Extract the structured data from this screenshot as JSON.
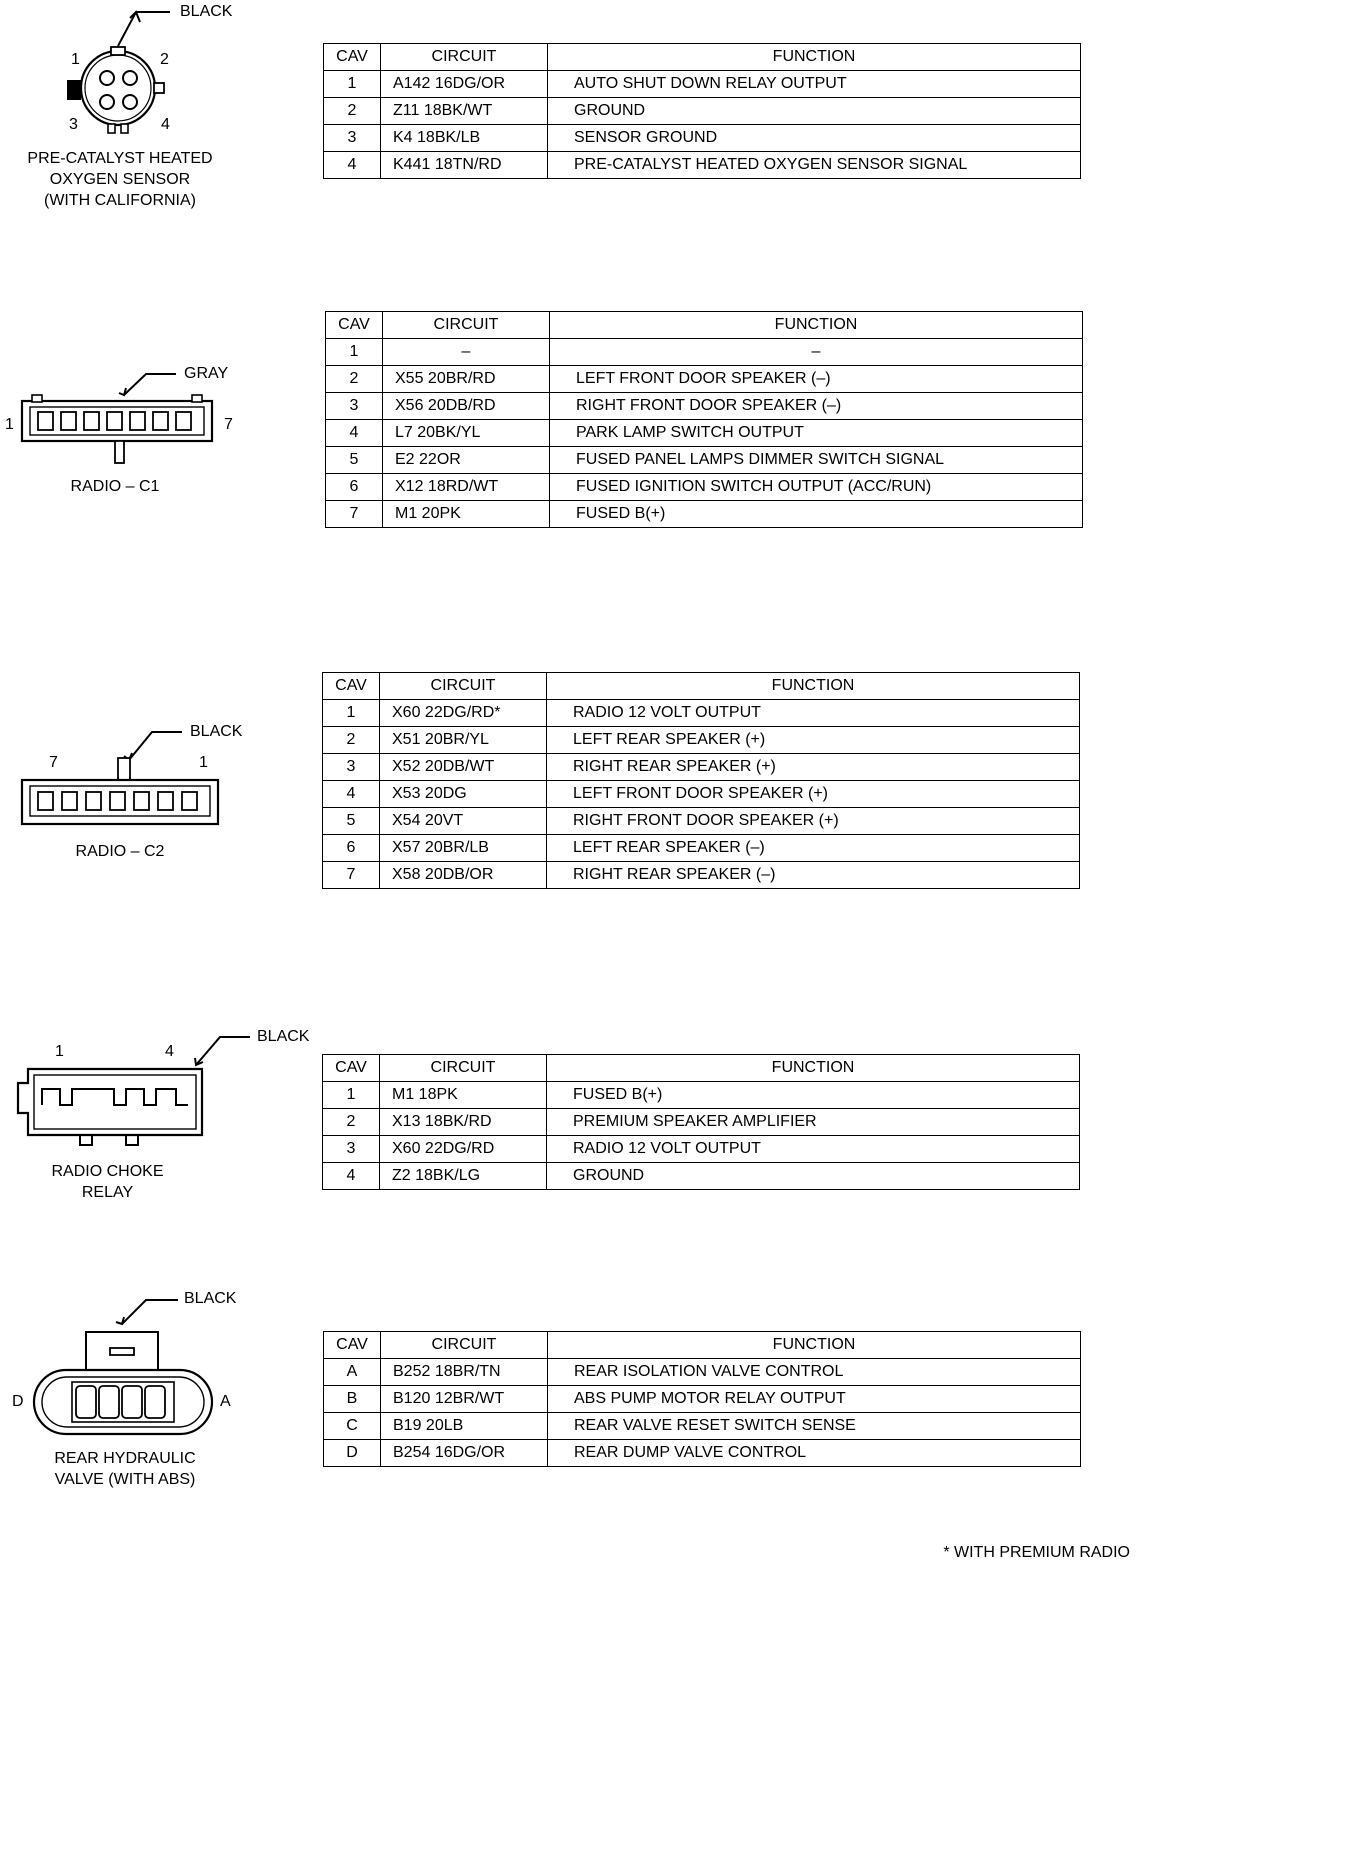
{
  "footnote": "*   WITH PREMIUM RADIO",
  "headers": {
    "cav": "CAV",
    "circuit": "CIRCUIT",
    "function": "FUNCTION"
  },
  "connectors": [
    {
      "color_label": "BLACK",
      "pin_labels": [
        "1",
        "2",
        "3",
        "4"
      ],
      "caption": [
        "PRE-CATALYST HEATED",
        "OXYGEN SENSOR",
        "(WITH CALIFORNIA)"
      ],
      "rows": [
        {
          "cav": "1",
          "circuit": "A142 16DG/OR",
          "function": "AUTO SHUT DOWN RELAY OUTPUT"
        },
        {
          "cav": "2",
          "circuit": "Z11 18BK/WT",
          "function": "GROUND"
        },
        {
          "cav": "3",
          "circuit": "K4 18BK/LB",
          "function": "SENSOR GROUND"
        },
        {
          "cav": "4",
          "circuit": "K441 18TN/RD",
          "function": "PRE-CATALYST HEATED OXYGEN SENSOR SIGNAL"
        }
      ]
    },
    {
      "color_label": "GRAY",
      "pin_labels": [
        "1",
        "7"
      ],
      "caption": [
        "RADIO – C1"
      ],
      "rows": [
        {
          "cav": "1",
          "circuit": "–",
          "function": "–"
        },
        {
          "cav": "2",
          "circuit": "X55 20BR/RD",
          "function": "LEFT FRONT DOOR SPEAKER (–)"
        },
        {
          "cav": "3",
          "circuit": "X56 20DB/RD",
          "function": "RIGHT FRONT DOOR SPEAKER (–)"
        },
        {
          "cav": "4",
          "circuit": "L7 20BK/YL",
          "function": "PARK LAMP SWITCH OUTPUT"
        },
        {
          "cav": "5",
          "circuit": "E2 22OR",
          "function": "FUSED PANEL LAMPS DIMMER SWITCH SIGNAL"
        },
        {
          "cav": "6",
          "circuit": "X12 18RD/WT",
          "function": "FUSED IGNITION SWITCH OUTPUT (ACC/RUN)"
        },
        {
          "cav": "7",
          "circuit": "M1 20PK",
          "function": "FUSED B(+)"
        }
      ]
    },
    {
      "color_label": "BLACK",
      "pin_labels": [
        "7",
        "1"
      ],
      "caption": [
        "RADIO – C2"
      ],
      "rows": [
        {
          "cav": "1",
          "circuit": "X60 22DG/RD*",
          "function": "RADIO 12 VOLT OUTPUT"
        },
        {
          "cav": "2",
          "circuit": "X51 20BR/YL",
          "function": "LEFT REAR SPEAKER (+)"
        },
        {
          "cav": "3",
          "circuit": "X52 20DB/WT",
          "function": "RIGHT REAR SPEAKER (+)"
        },
        {
          "cav": "4",
          "circuit": "X53 20DG",
          "function": "LEFT FRONT DOOR SPEAKER (+)"
        },
        {
          "cav": "5",
          "circuit": "X54 20VT",
          "function": "RIGHT FRONT DOOR SPEAKER (+)"
        },
        {
          "cav": "6",
          "circuit": "X57 20BR/LB",
          "function": "LEFT REAR SPEAKER (–)"
        },
        {
          "cav": "7",
          "circuit": "X58 20DB/OR",
          "function": "RIGHT REAR SPEAKER (–)"
        }
      ]
    },
    {
      "color_label": "BLACK",
      "pin_labels": [
        "1",
        "4"
      ],
      "caption": [
        "RADIO CHOKE",
        "RELAY"
      ],
      "rows": [
        {
          "cav": "1",
          "circuit": "M1 18PK",
          "function": "FUSED B(+)"
        },
        {
          "cav": "2",
          "circuit": "X13 18BK/RD",
          "function": "PREMIUM SPEAKER AMPLIFIER"
        },
        {
          "cav": "3",
          "circuit": "X60 22DG/RD",
          "function": "RADIO 12 VOLT OUTPUT"
        },
        {
          "cav": "4",
          "circuit": "Z2 18BK/LG",
          "function": "GROUND"
        }
      ]
    },
    {
      "color_label": "BLACK",
      "pin_labels": [
        "D",
        "A"
      ],
      "caption": [
        "REAR HYDRAULIC",
        "VALVE (WITH ABS)"
      ],
      "rows": [
        {
          "cav": "A",
          "circuit": "B252 18BR/TN",
          "function": "REAR ISOLATION VALVE CONTROL"
        },
        {
          "cav": "B",
          "circuit": "B120 12BR/WT",
          "function": "ABS PUMP MOTOR RELAY OUTPUT"
        },
        {
          "cav": "C",
          "circuit": "B19 20LB",
          "function": "REAR VALVE RESET SWITCH SENSE"
        },
        {
          "cav": "D",
          "circuit": "B254 16DG/OR",
          "function": "REAR DUMP VALVE CONTROL"
        }
      ]
    }
  ]
}
